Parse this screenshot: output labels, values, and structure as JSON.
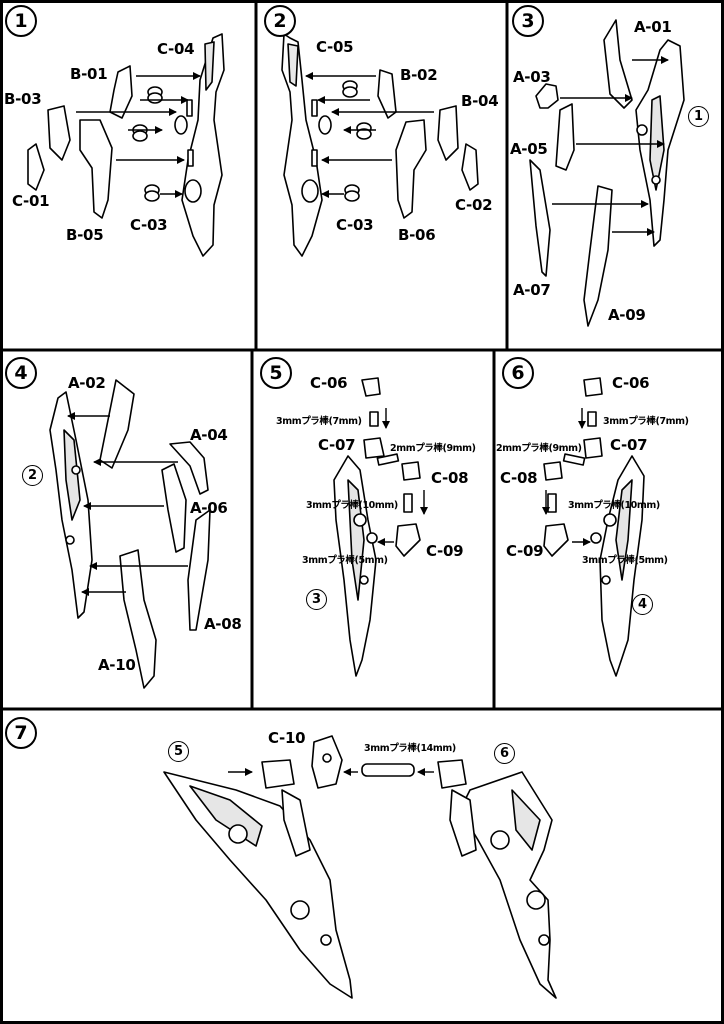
{
  "panels": [
    {
      "step": "1",
      "labels": [
        "C-04",
        "B-01",
        "B-03",
        "C-01",
        "B-05",
        "C-03"
      ]
    },
    {
      "step": "2",
      "labels": [
        "C-05",
        "B-02",
        "B-04",
        "C-02",
        "C-03",
        "B-06"
      ]
    },
    {
      "step": "3",
      "ref": "1",
      "labels": [
        "A-01",
        "A-03",
        "A-05",
        "A-07",
        "A-09"
      ]
    },
    {
      "step": "4",
      "ref": "2",
      "labels": [
        "A-02",
        "A-04",
        "A-06",
        "A-08",
        "A-10"
      ]
    },
    {
      "step": "5",
      "ref": "3",
      "labels": [
        "C-06",
        "C-07",
        "C-08",
        "C-09"
      ],
      "notes": [
        "3mmプラ棒(7mm)",
        "2mmプラ棒(9mm)",
        "3mmプラ棒(10mm)",
        "3mmプラ棒(5mm)"
      ]
    },
    {
      "step": "6",
      "ref": "4",
      "labels": [
        "C-06",
        "C-07",
        "C-08",
        "C-09"
      ],
      "notes": [
        "3mmプラ棒(7mm)",
        "2mmプラ棒(9mm)",
        "3mmプラ棒(10mm)",
        "3mmプラ棒(5mm)"
      ]
    },
    {
      "step": "7",
      "refs": [
        "5",
        "6"
      ],
      "labels": [
        "C-10"
      ],
      "notes": [
        "3mmプラ棒(14mm)"
      ]
    }
  ]
}
